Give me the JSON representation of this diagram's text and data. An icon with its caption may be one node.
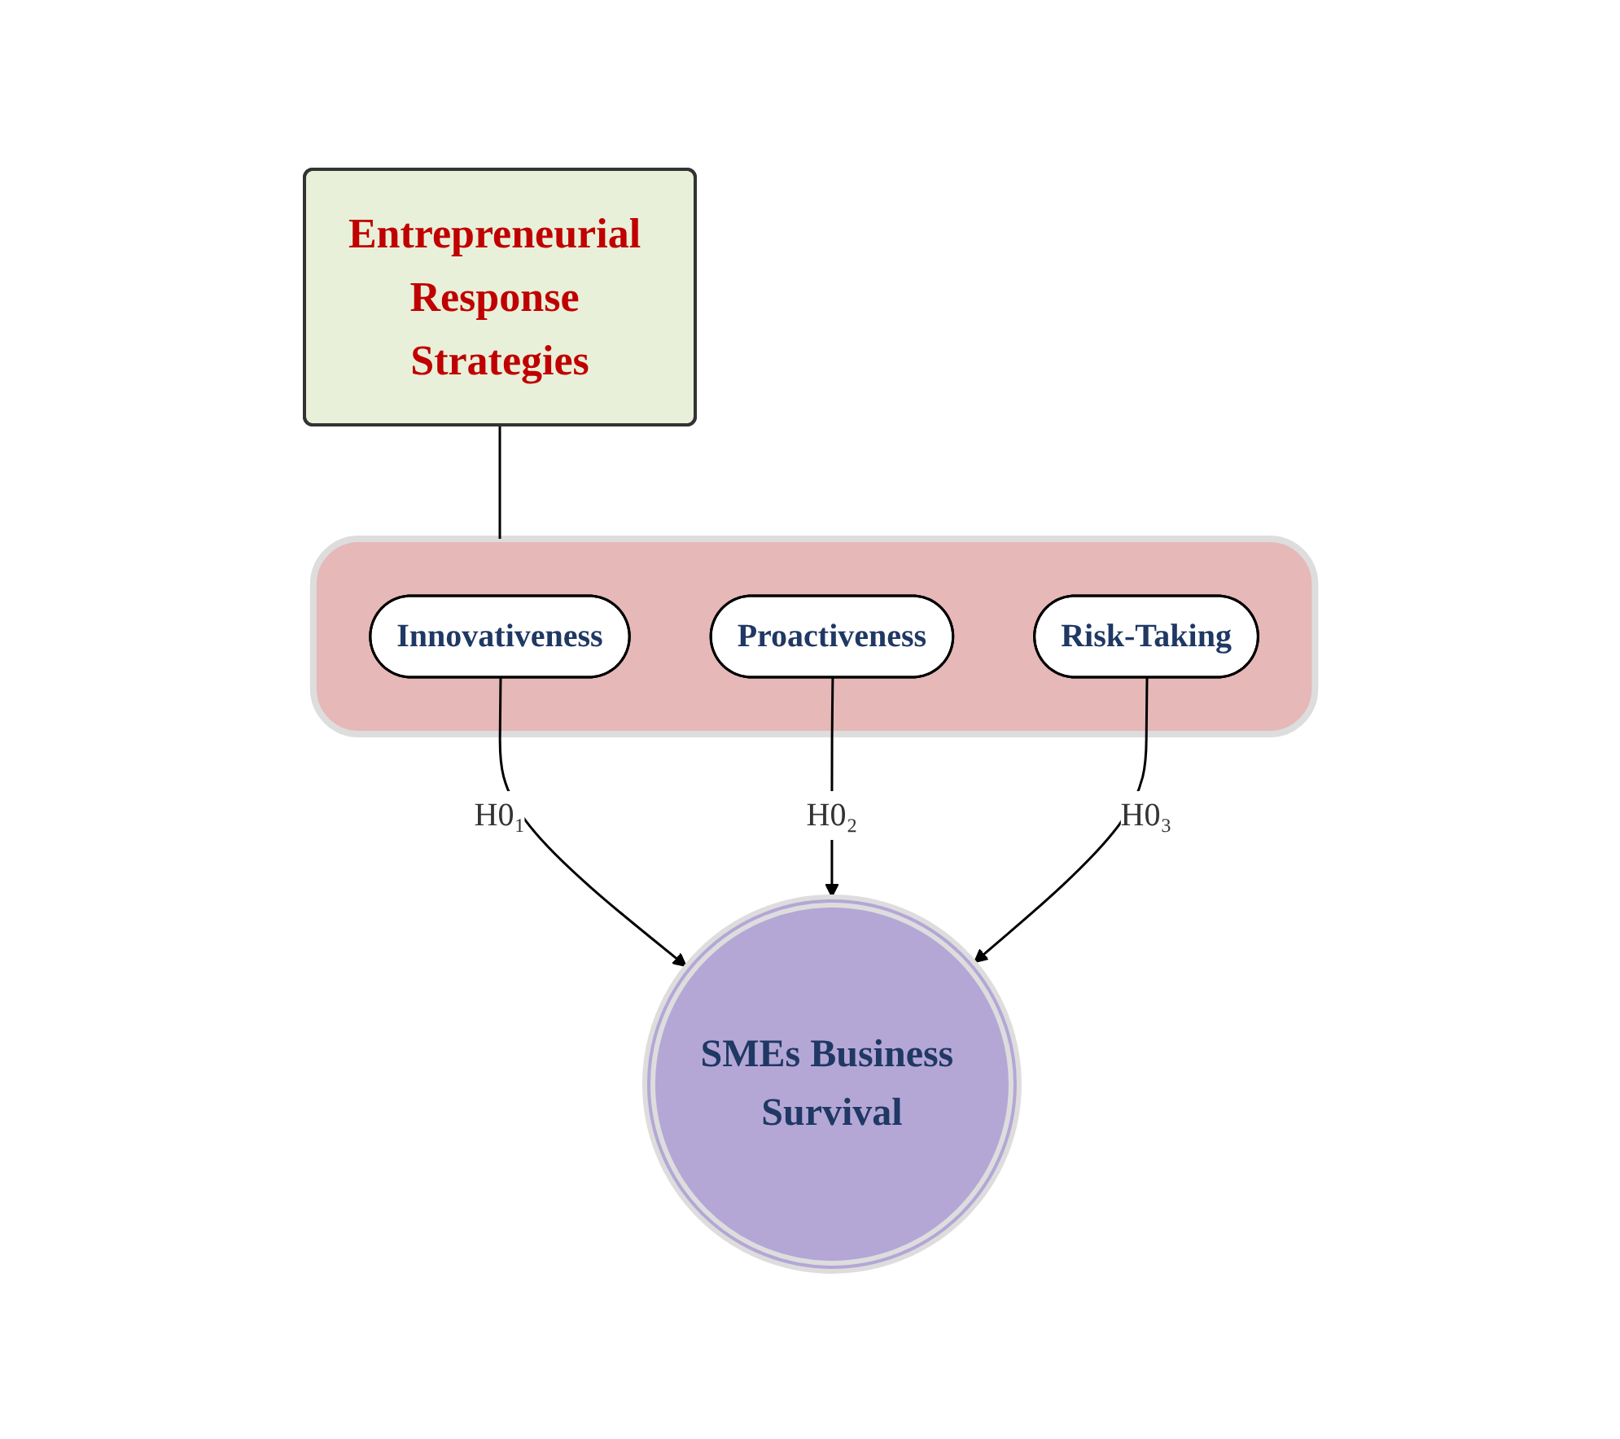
{
  "diagram": {
    "nodes": [
      {
        "text": [
          "Entrepreneurial Response Strategies"
        ]
      },
      {
        "text": [],
        "shape": "box"
      },
      {
        "text": [
          "Innovativeness"
        ],
        "in": 1
      },
      {
        "text": [
          "Proactiveness"
        ],
        "in": 1
      },
      {
        "text": [
          "Risk-Taking"
        ],
        "in": 1
      },
      {
        "text": [
          "SMEs Business Survival"
        ]
      }
    ],
    "edges": [
      {
        "from": 0,
        "to": 1,
        "arrow": "none"
      },
      {
        "from": 2,
        "to": 5,
        "arrow": "to",
        "label": "H0₁"
      },
      {
        "from": 3,
        "to": 5,
        "arrow": "to",
        "label": "H0₂"
      },
      {
        "from": 4,
        "to": 5,
        "arrow": "to",
        "label": "H0₃"
      }
    ]
  }
}
